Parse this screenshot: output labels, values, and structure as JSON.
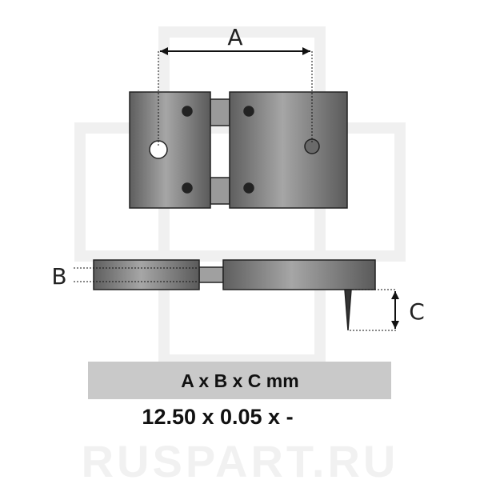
{
  "watermark": "RUSPART.RU",
  "dimension_labels": {
    "a": "A",
    "b": "B",
    "c": "C"
  },
  "spec_header": "A x B x C mm",
  "spec_value": "12.50 x 0.05 x -",
  "colors": {
    "plate": "#8a8a8a",
    "band": "#c9c9c9",
    "ink": "#1a1a1a"
  }
}
